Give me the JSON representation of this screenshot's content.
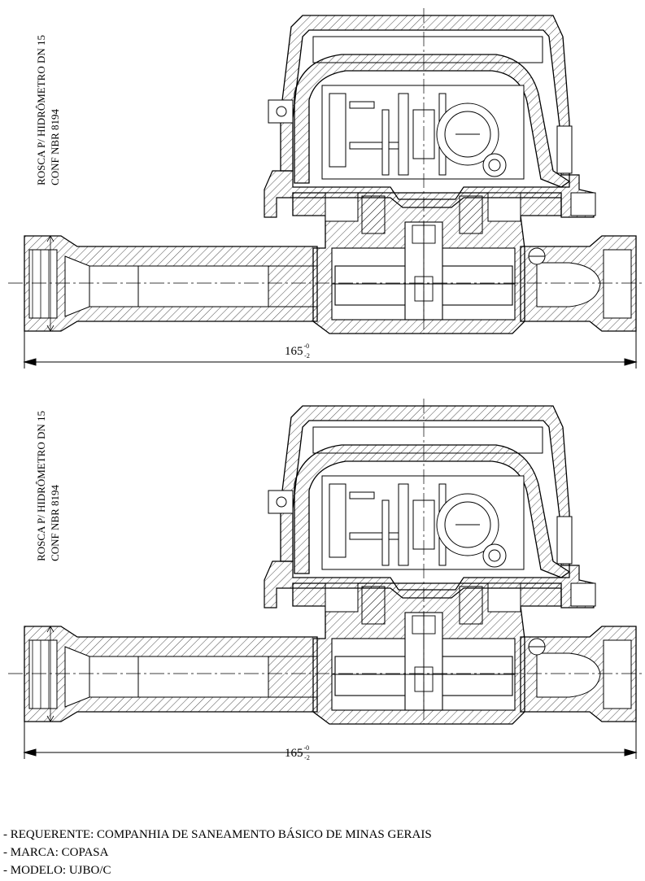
{
  "views": [
    {
      "label_line1": "ROSCA P/ HIDRÔMETRO DN 15",
      "label_line2": "CONF NBR 8194",
      "dimension": "165",
      "tol_upper": "-0",
      "tol_lower": "-2"
    },
    {
      "label_line1": "ROSCA P/ HIDRÔMETRO DN 15",
      "label_line2": "CONF NBR 8194",
      "dimension": "165",
      "tol_upper": "-0",
      "tol_lower": "-2"
    }
  ],
  "notes": [
    "- REQUERENTE: COMPANHIA DE SANEAMENTO BÁSICO DE MINAS GERAIS",
    "- MARCA: COPASA",
    "- MODELO: UJBO/C"
  ]
}
